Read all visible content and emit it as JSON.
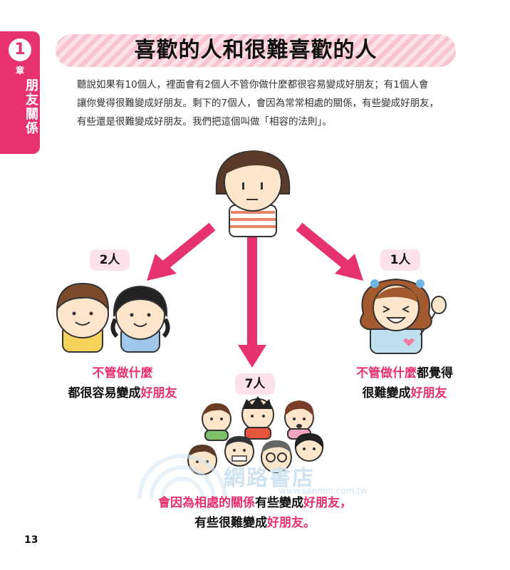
{
  "chapter": {
    "number": "1",
    "unit": "章",
    "title": "朋友關係"
  },
  "title": "喜歡的人和很難喜歡的人",
  "intro": [
    "聽說如果有10個人，裡面會有2個人不管你做什麼都很容易變成好朋友；有1個人會",
    "讓你覺得很難變成好朋友。剩下的7個人，會因為常常相處的關係，有些變成好朋友，",
    "有些還是很難變成好朋友。我們把這個叫做「相容的法則」。"
  ],
  "groups": {
    "left": {
      "count": "2人",
      "caption_line1_pink": "不管做什麼",
      "caption_line2_black": "都很容易變成",
      "caption_line2_pink": "好朋友"
    },
    "right": {
      "count": "1人",
      "caption_line1_pink": "不管做什麼",
      "caption_line1_black": "都覺得",
      "caption_line2_black": "很難變成",
      "caption_line2_pink": "好朋友"
    },
    "center": {
      "count": "7人",
      "caption_line1_pink_a": "會因為相處的關係",
      "caption_line1_black": "有些變成",
      "caption_line1_pink_b": "好朋友，",
      "caption_line2_black": "有些很難變成",
      "caption_line2_pink": "好朋友。"
    }
  },
  "watermark": {
    "text": "網路書店",
    "url": "www.sanmin.com.tw"
  },
  "page_number": "13",
  "colors": {
    "accent": "#e6336e",
    "badge": "#fde2ea",
    "stripe": "#f8c4cf"
  }
}
